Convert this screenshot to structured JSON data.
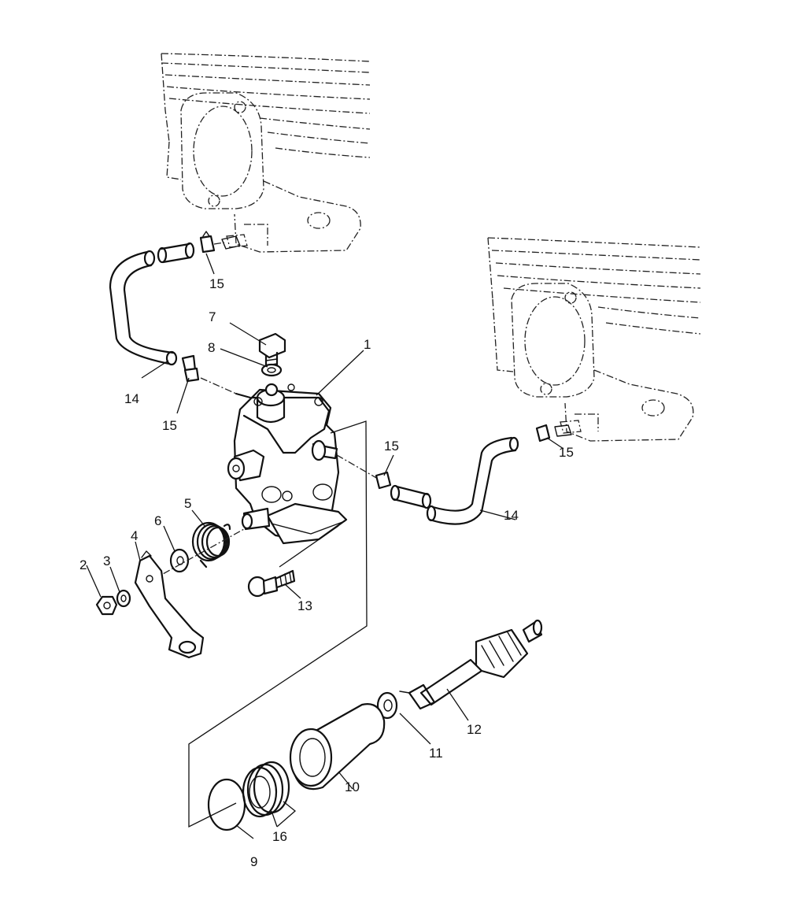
{
  "callouts": {
    "c1": "1",
    "c2": "2",
    "c3": "3",
    "c4": "4",
    "c5": "5",
    "c6": "6",
    "c7": "7",
    "c8": "8",
    "c9": "9",
    "c10": "10",
    "c11": "11",
    "c12": "12",
    "c13": "13",
    "c14_left": "14",
    "c14_right": "14",
    "c15_top": "15",
    "c15_left": "15",
    "c15_mid": "15",
    "c15_right": "15",
    "c16": "16"
  }
}
